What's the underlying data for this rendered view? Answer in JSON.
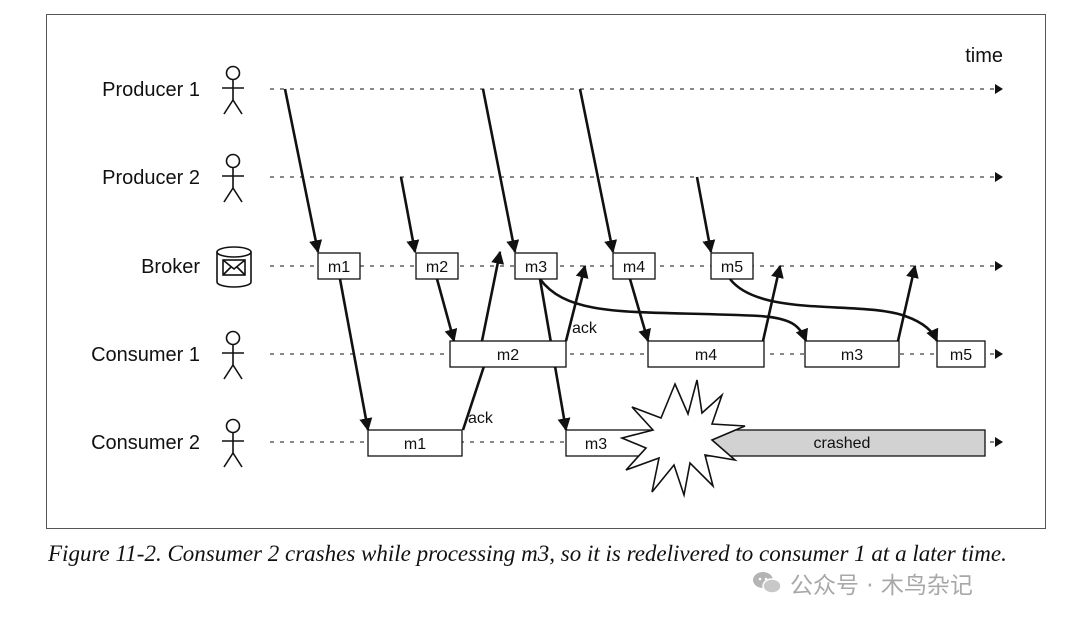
{
  "diagram": {
    "time_label": "time",
    "lanes": [
      {
        "id": "producer1",
        "label": "Producer 1",
        "icon": "person-icon"
      },
      {
        "id": "producer2",
        "label": "Producer 2",
        "icon": "person-icon"
      },
      {
        "id": "broker",
        "label": "Broker",
        "icon": "message-store-icon"
      },
      {
        "id": "consumer1",
        "label": "Consumer 1",
        "icon": "person-icon"
      },
      {
        "id": "consumer2",
        "label": "Consumer 2",
        "icon": "person-icon"
      }
    ],
    "broker_messages": [
      "m1",
      "m2",
      "m3",
      "m4",
      "m5"
    ],
    "consumer1_tasks": [
      "m2",
      "m4",
      "m3",
      "m5"
    ],
    "consumer2_tasks": [
      "m1",
      "m3"
    ],
    "crashed_label": "crashed",
    "ack_label": "ack"
  },
  "caption": "Figure 11-2. Consumer 2 crashes while processing m3, so it is redelivered to consumer 1 at a later time.",
  "watermark": "公众号 · 木鸟杂记"
}
